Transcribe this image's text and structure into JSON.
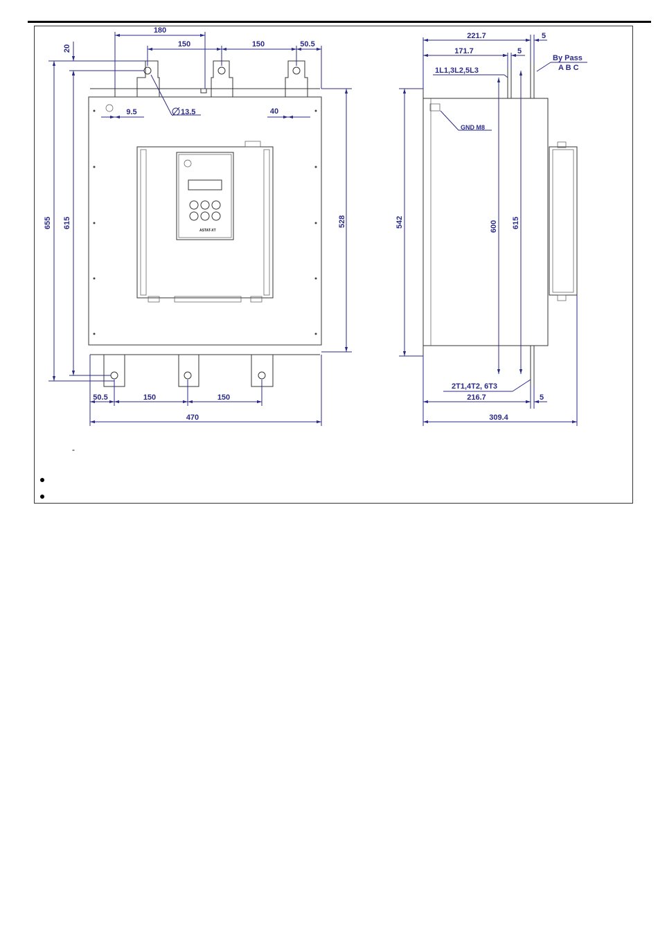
{
  "front_view": {
    "dims": {
      "top_span_180": "180",
      "top_150_left": "150",
      "top_150_right": "150",
      "top_50_5": "50.5",
      "left_20": "20",
      "hole_dia": "13.5",
      "left_9_5": "9.5",
      "right_40": "40",
      "height_655": "655",
      "height_615": "615",
      "height_528": "528",
      "bottom_50_5": "50.5",
      "bottom_150_left": "150",
      "bottom_150_right": "150",
      "width_470": "470"
    },
    "panel_label": "ASTAT-XT"
  },
  "side_view": {
    "dims": {
      "top_221_7": "221.7",
      "top_5_a": "5",
      "top_171_7": "171.7",
      "top_5_b": "5",
      "height_542": "542",
      "height_600": "600",
      "height_615": "615",
      "bottom_216_7": "216.7",
      "bottom_5": "5",
      "bottom_309_4": "309.4"
    },
    "labels": {
      "bypass": "By Pass",
      "bypass_phases": "A B C",
      "line_terminals": "1L1,3L2,5L3",
      "load_terminals": "2T1,4T2, 6T3",
      "ground": "GND M8"
    }
  },
  "notes": {
    "dash": "-",
    "bullets": [
      "",
      ""
    ]
  }
}
